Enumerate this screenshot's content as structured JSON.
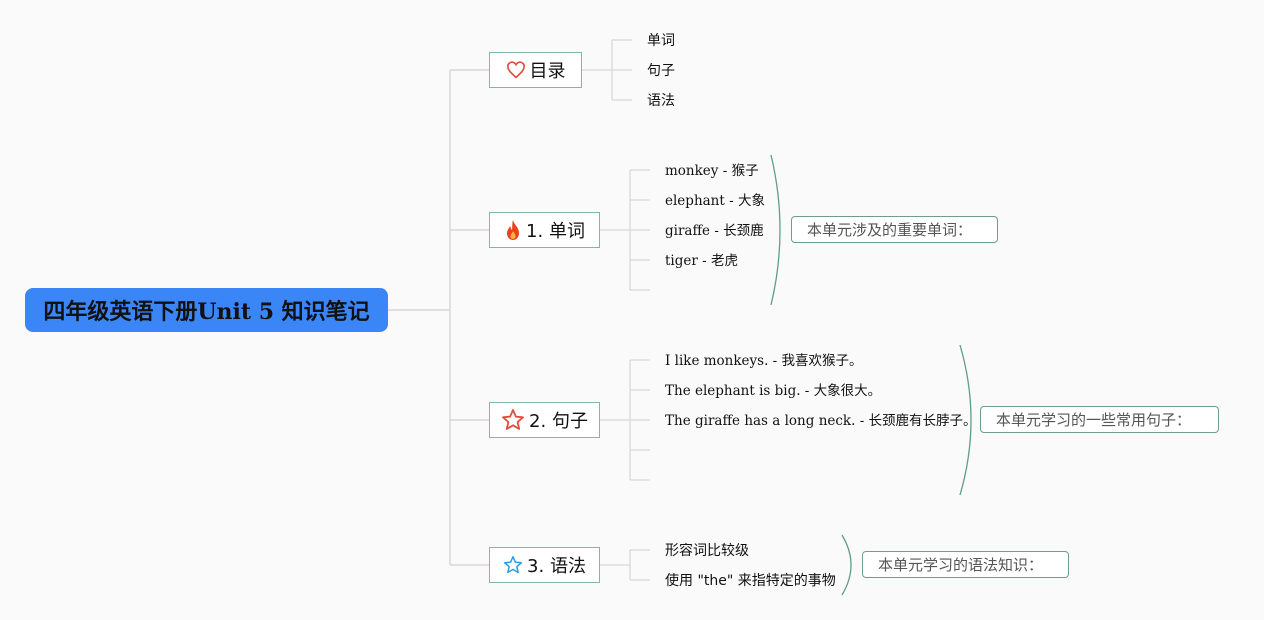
{
  "root": {
    "title": "四年级英语下册Unit 5 知识笔记"
  },
  "branches": {
    "toc": {
      "label": "目录",
      "icon": "heart-icon",
      "items": [
        "单词",
        "句子",
        "语法"
      ]
    },
    "vocab": {
      "label": "1. 单词",
      "icon": "fire-icon",
      "items": [
        "monkey - 猴子",
        "elephant - 大象",
        "giraffe - 长颈鹿",
        "tiger - 老虎",
        ""
      ],
      "summary": "本单元涉及的重要单词："
    },
    "sentences": {
      "label": "2. 句子",
      "icon": "star-red-icon",
      "items": [
        "I like monkeys. - 我喜欢猴子。",
        "The elephant is big. - 大象很大。",
        "The giraffe has a long neck. - 长颈鹿有长脖子。",
        "",
        ""
      ],
      "summary": "本单元学习的一些常用句子："
    },
    "grammar": {
      "label": "3. 语法",
      "icon": "star-blue-icon",
      "items": [
        "形容词比较级",
        "使用 \"the\" 来指特定的事物"
      ],
      "summary": "本单元学习的语法知识："
    }
  },
  "colors": {
    "root_fill": "#3b86f7",
    "branch_border": "#84b5a5",
    "connector": "#d8d8d8",
    "bracket": "#5f9e86",
    "heart": "#e24c3b",
    "fire": "#e8421e",
    "star_red": "#e24c3b",
    "star_blue": "#2e9de0"
  }
}
